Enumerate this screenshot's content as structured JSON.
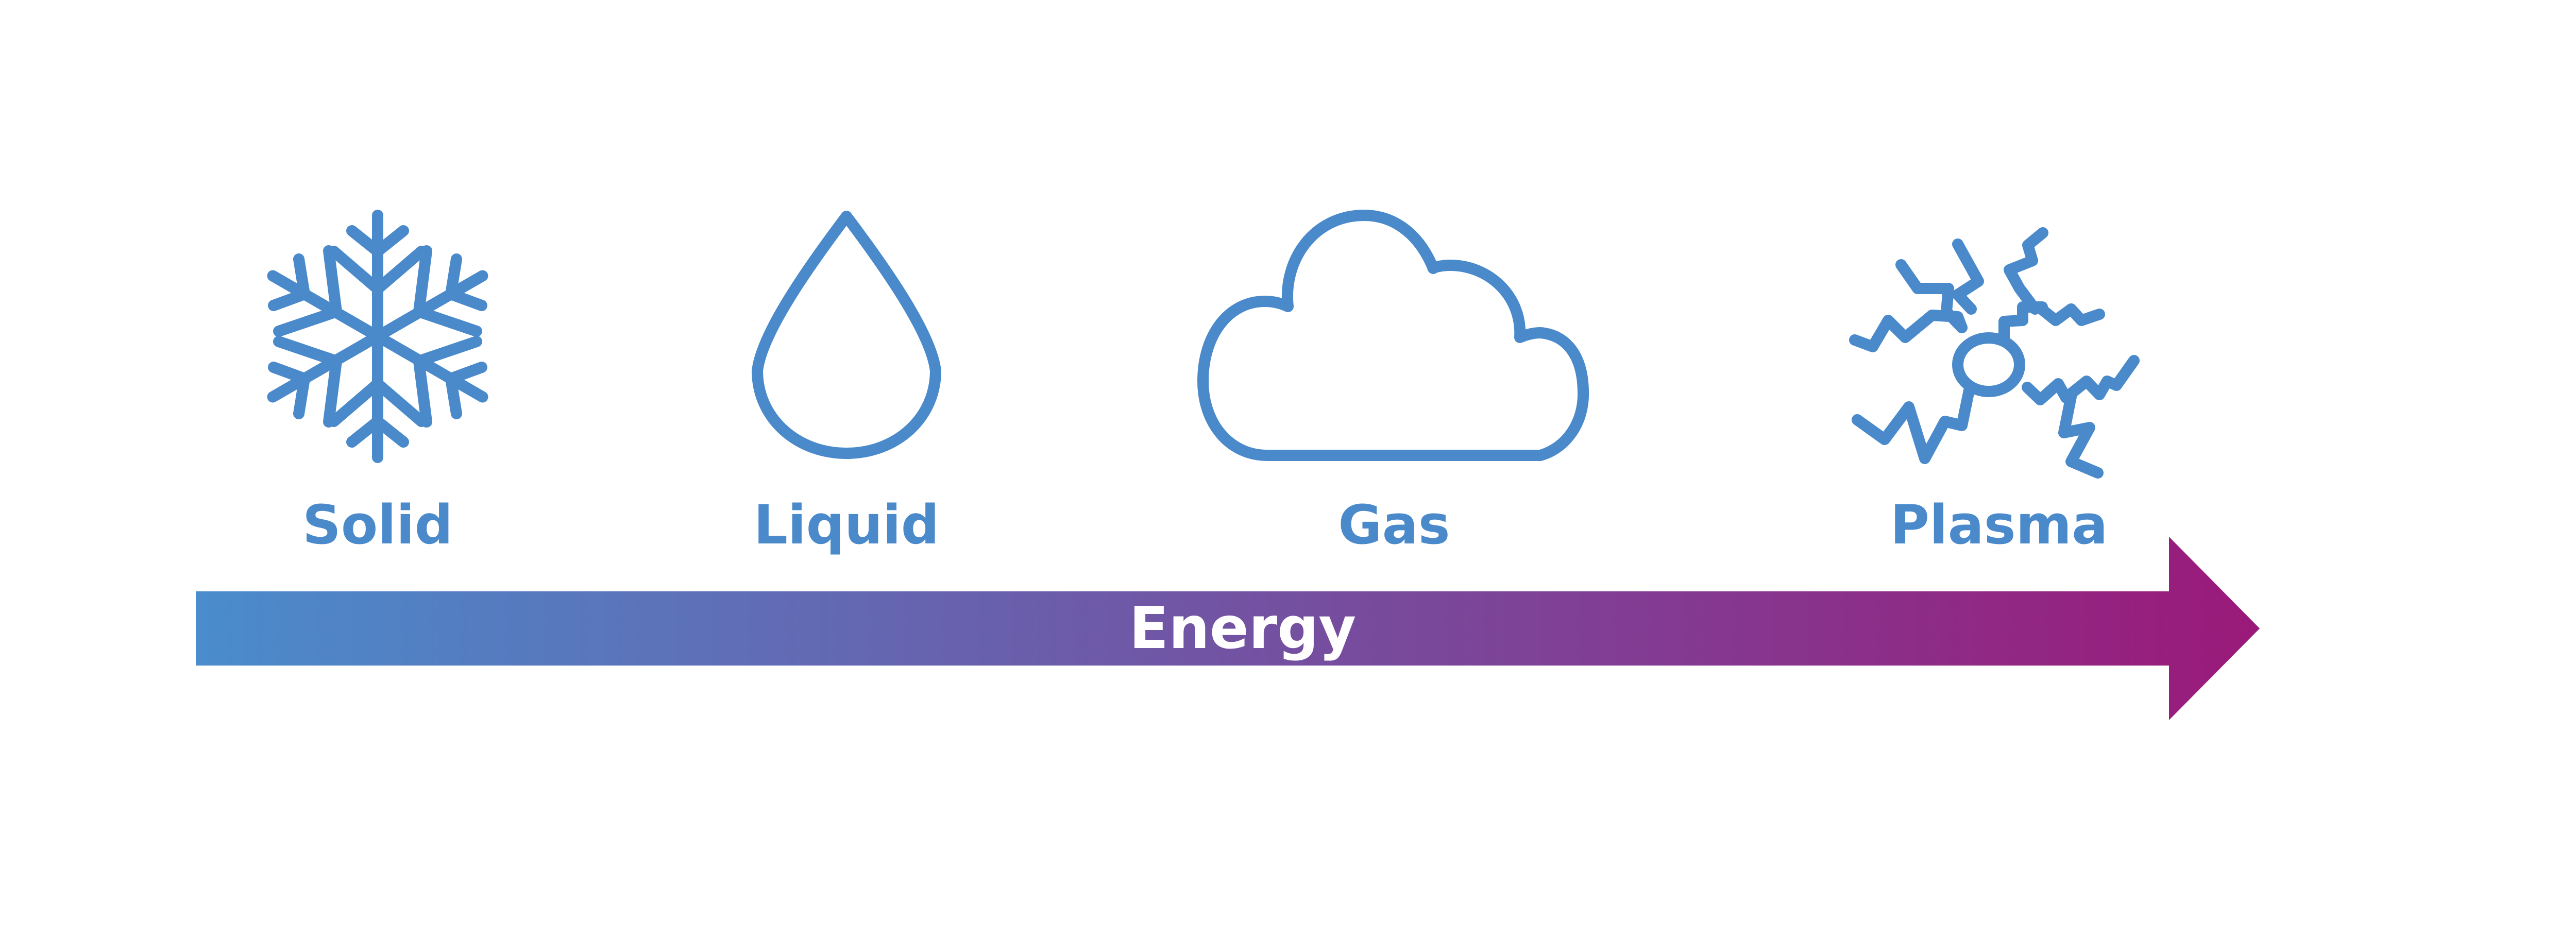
{
  "states": [
    {
      "id": "solid",
      "label": "Solid",
      "icon": "snowflake-icon"
    },
    {
      "id": "liquid",
      "label": "Liquid",
      "icon": "droplet-icon"
    },
    {
      "id": "gas",
      "label": "Gas",
      "icon": "cloud-icon"
    },
    {
      "id": "plasma",
      "label": "Plasma",
      "icon": "plasma-icon"
    }
  ],
  "arrow": {
    "label": "Energy",
    "gradient_start": "#4a8ccc",
    "gradient_end": "#9a1a7a"
  },
  "colors": {
    "icon": "#4a8acb",
    "label": "#4a8acb",
    "arrow_text": "#ffffff"
  }
}
